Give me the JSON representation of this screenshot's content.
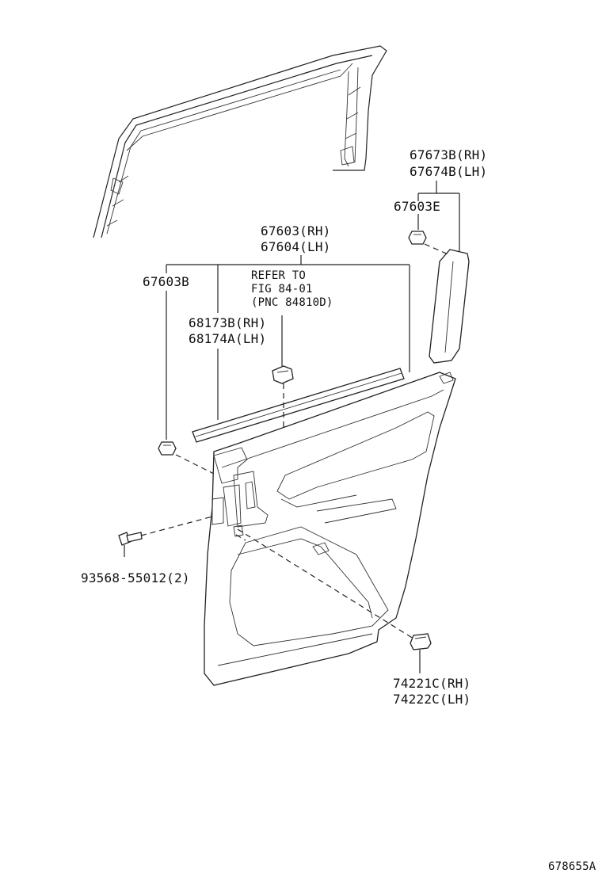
{
  "labels": {
    "p67673b": "67673B(RH)",
    "p67674b": "67674B(LH)",
    "p67603e": "67603E",
    "p67603": "67603(RH)",
    "p67604": "67604(LH)",
    "p67603b": "67603B",
    "refer_to": "REFER TO",
    "fig": "FIG 84-01",
    "pnc": "(PNC 84810D)",
    "p68173b": "68173B(RH)",
    "p68174a": "68174A(LH)",
    "p93568": "93568-55012(2)",
    "p74221c": "74221C(RH)",
    "p74222c": "74222C(LH)",
    "drawing_id": "678655A"
  }
}
